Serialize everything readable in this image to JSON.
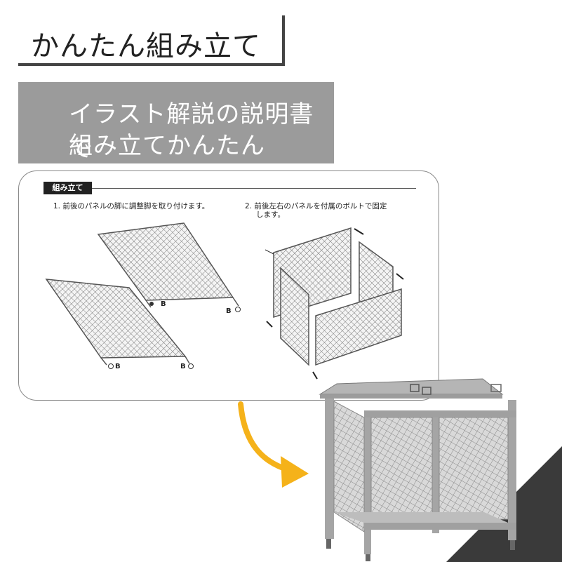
{
  "header": {
    "title": "かんたん組み立て"
  },
  "banner": {
    "line1": "イラスト解説の説明書で",
    "line2": "組み立てかんたん"
  },
  "instructions": {
    "section_label": "組み立て",
    "step1": "1. 前後のパネルの脚に調整脚を取り付けます。",
    "step2_line1": "2. 前後左右のパネルを付属のボルトで固定",
    "step2_line2": "します。",
    "bolt_labels": [
      "B",
      "B",
      "B",
      "B"
    ]
  },
  "colors": {
    "accent_arrow": "#f5b21a",
    "banner_bg": "#9b9b9b",
    "corner": "#3a3a3a"
  },
  "icons": [
    "curved-arrow-icon"
  ]
}
